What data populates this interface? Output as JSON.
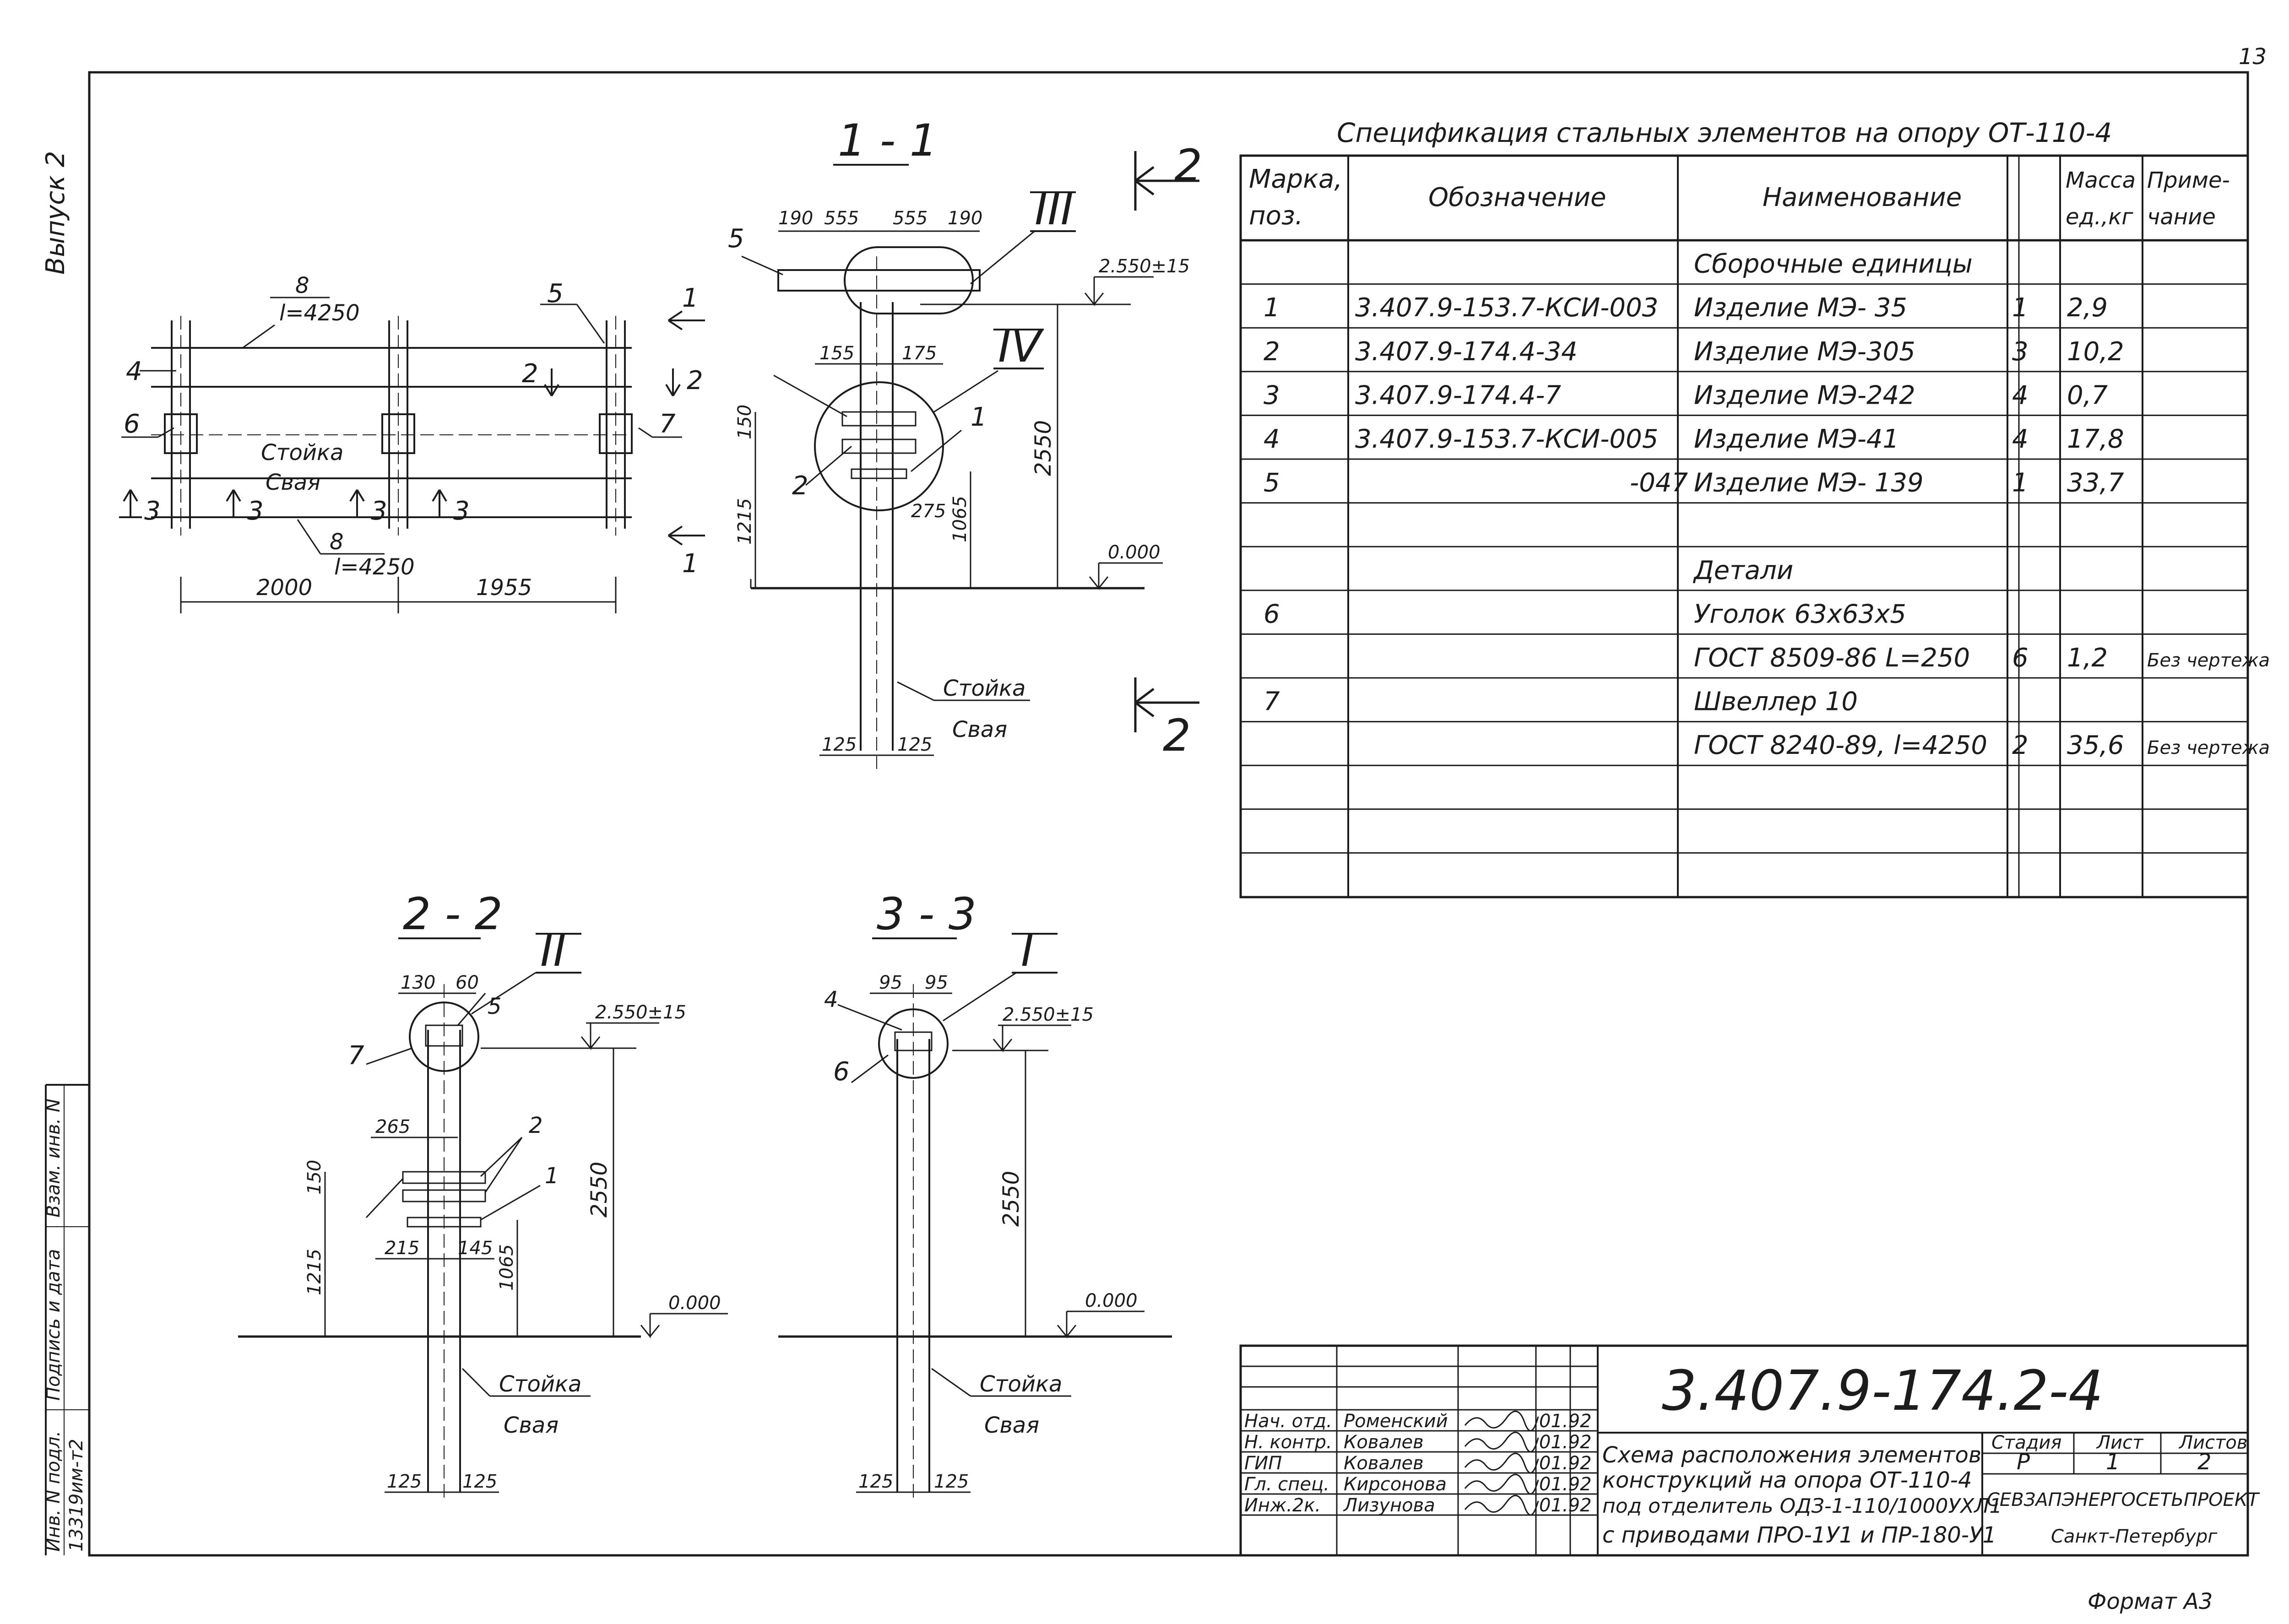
{
  "page_number": "13",
  "format_label": "Формат А3",
  "side_labels": {
    "issue": "Выпуск 2",
    "inv_no": "Инв. N подл.",
    "sign_date": "Подпись и дата",
    "replace_inv": "Взам. инв. N",
    "stamp_value": "13319им-т2"
  },
  "spec": {
    "title": "Спецификация стальных элементов на опору ОТ-110-4",
    "headers": {
      "mark_1": "Марка,",
      "mark_2": "поз.",
      "designation": "Обозначение",
      "name": "Наименование",
      "mass_1": "Масса",
      "mass_2": "ед.,кг",
      "note_1": "Приме-",
      "note_2": "чание"
    },
    "rows": [
      {
        "mark": "",
        "designation": "",
        "name": "Сборочные единицы",
        "qty": "",
        "mass": "",
        "note": ""
      },
      {
        "mark": "1",
        "designation": "3.407.9-153.7-КСИ-003",
        "name": "Изделие МЭ- 35",
        "qty": "1",
        "mass": "2,9",
        "note": ""
      },
      {
        "mark": "2",
        "designation": "3.407.9-174.4-34",
        "name": "Изделие МЭ-305",
        "qty": "3",
        "mass": "10,2",
        "note": ""
      },
      {
        "mark": "3",
        "designation": "3.407.9-174.4-7",
        "name": "Изделие МЭ-242",
        "qty": "4",
        "mass": "0,7",
        "note": ""
      },
      {
        "mark": "4",
        "designation": "3.407.9-153.7-КСИ-005",
        "name": "Изделие МЭ-41",
        "qty": "4",
        "mass": "17,8",
        "note": ""
      },
      {
        "mark": "5",
        "designation": "-047",
        "name": "Изделие МЭ- 139",
        "qty": "1",
        "mass": "33,7",
        "note": ""
      },
      {
        "mark": "",
        "designation": "",
        "name": "",
        "qty": "",
        "mass": "",
        "note": ""
      },
      {
        "mark": "",
        "designation": "",
        "name": "Детали",
        "qty": "",
        "mass": "",
        "note": ""
      },
      {
        "mark": "6",
        "designation": "",
        "name": "Уголок 63х63х5",
        "qty": "",
        "mass": "",
        "note": ""
      },
      {
        "mark": "",
        "designation": "",
        "name": "ГОСТ 8509-86    L=250",
        "qty": "6",
        "mass": "1,2",
        "note": "Без чертежа"
      },
      {
        "mark": "7",
        "designation": "",
        "name": "Швеллер 10",
        "qty": "",
        "mass": "",
        "note": ""
      },
      {
        "mark": "",
        "designation": "",
        "name": "ГОСТ 8240-89, l=4250",
        "qty": "2",
        "mass": "35,6",
        "note": "Без чертежа"
      },
      {
        "mark": "",
        "designation": "",
        "name": "",
        "qty": "",
        "mass": "",
        "note": ""
      },
      {
        "mark": "",
        "designation": "",
        "name": "",
        "qty": "",
        "mass": "",
        "note": ""
      },
      {
        "mark": "",
        "designation": "",
        "name": "",
        "qty": "",
        "mass": "",
        "note": ""
      }
    ]
  },
  "sections": {
    "s11": "1 - 1",
    "s22": "2 - 2",
    "s33": "3 - 3"
  },
  "roman": {
    "i": "I",
    "ii": "II",
    "iii": "III",
    "iv": "IV"
  },
  "labels": {
    "post": "Стойка",
    "pile": "Свая",
    "elev_top": "2.550±15",
    "elev_zero": "0.000"
  },
  "plan": {
    "l_top_mark": "8",
    "l_top": "l=4250",
    "l_bot_mark": "8",
    "l_bot": "l=4250",
    "dim_left": "2000",
    "dim_right": "1955",
    "pos4": "4",
    "pos5": "5",
    "pos6": "6",
    "pos7": "7",
    "cut1": "1",
    "cut2": "2",
    "cut3": "3"
  },
  "dims": {
    "d190a": "190",
    "d555a": "555",
    "d555b": "555",
    "d190b": "190",
    "d155": "155",
    "d175": "175",
    "d150": "150",
    "d1215": "1215",
    "d275": "275",
    "d1065": "1065",
    "d2550": "2550",
    "d125a": "125",
    "d125b": "125",
    "d130": "130",
    "d60": "60",
    "d265": "265",
    "d215": "215",
    "d145": "145",
    "d95a": "95",
    "d95b": "95"
  },
  "title_block": {
    "code": "3.407.9-174.2-4",
    "signers": [
      {
        "role": "Нач. отд.",
        "name": "Роменский",
        "date": "01.92"
      },
      {
        "role": "Н. контр.",
        "name": "Ковалев",
        "date": "01.92"
      },
      {
        "role": "ГИП",
        "name": "Ковалев",
        "date": "01.92"
      },
      {
        "role": "Гл. спец.",
        "name": "Кирсонова",
        "date": "01.92"
      },
      {
        "role": "Инж.2к.",
        "name": "Лизунова",
        "date": "01.92"
      }
    ],
    "description": [
      "Схема расположения элементов",
      "конструкций на опора ОТ-110-4",
      "под отделитель ОДЗ-1-110/1000УХЛ1",
      "с приводами ПРО-1У1 и ПР-180-У1"
    ],
    "stage_label": "Стадия",
    "sheet_label": "Лист",
    "sheets_label": "Листов",
    "stage": "Р",
    "sheet": "1",
    "sheets": "2",
    "org": "СЕВЗАПЭНЕРГОСЕТЬПРОЕКТ",
    "city": "Санкт-Петербург"
  }
}
